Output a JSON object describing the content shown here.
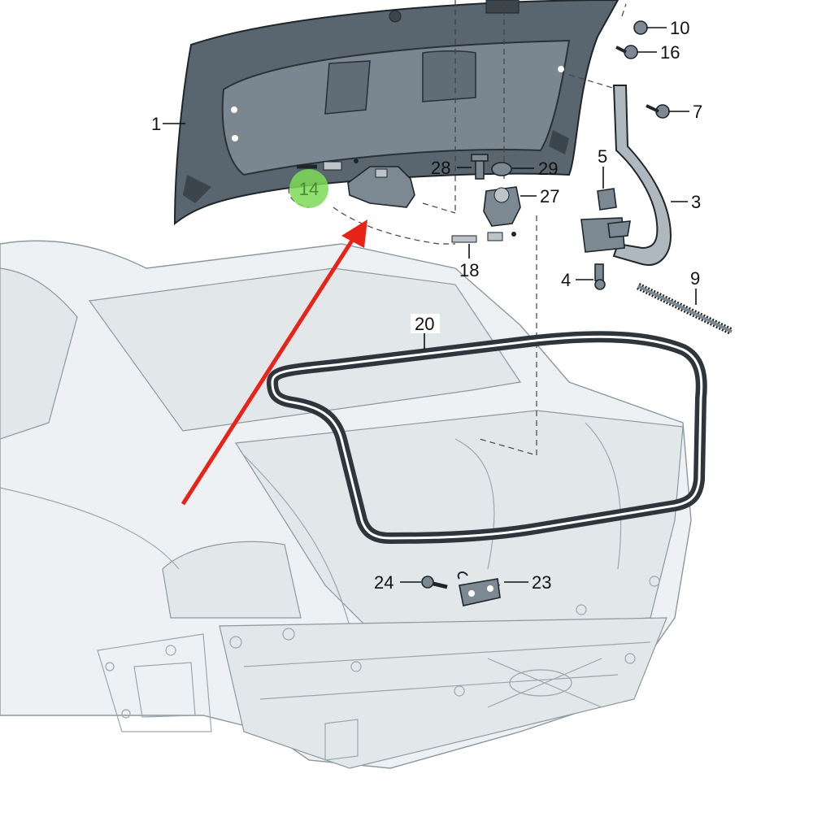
{
  "colors": {
    "arrow": "#e8241a",
    "highlight": "#7ed957",
    "panel": "#59656f",
    "seal": "#2e363c"
  },
  "highlight": {
    "label": "14"
  },
  "callouts": {
    "p1": "1",
    "p3": "3",
    "p4": "4",
    "p5": "5",
    "p7": "7",
    "p9": "9",
    "p10": "10",
    "p16": "16",
    "p18": "18",
    "p20": "20",
    "p23": "23",
    "p24": "24",
    "p27": "27",
    "p28": "28",
    "p29": "29"
  }
}
